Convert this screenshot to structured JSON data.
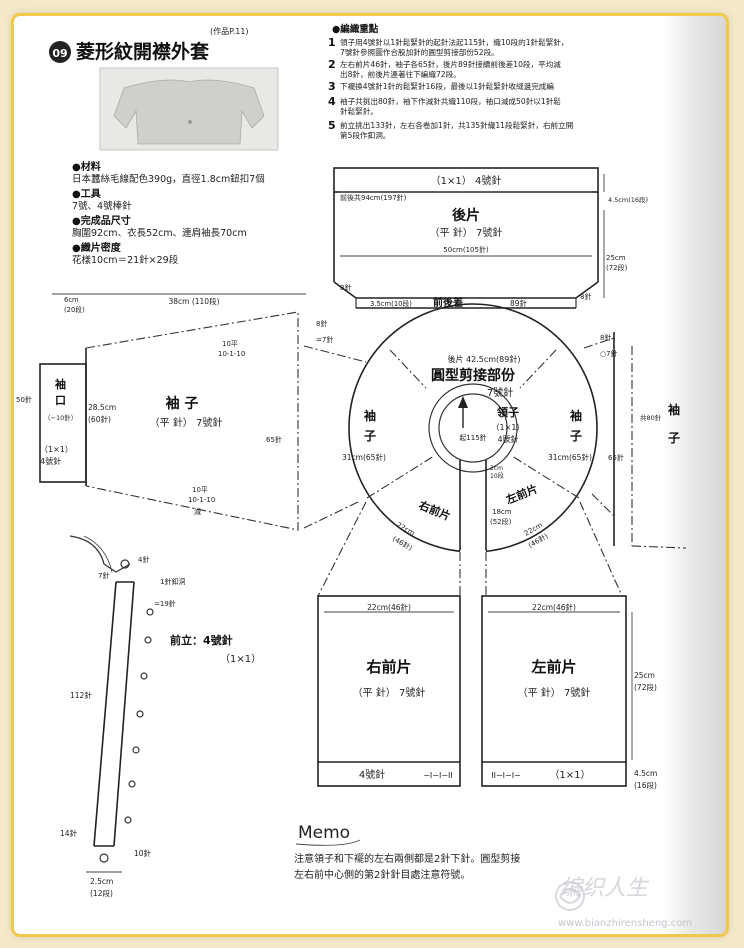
{
  "header": {
    "number": "09",
    "title": "菱形紋開襟外套",
    "tag": "(作品P.11)"
  },
  "materials": {
    "material_heading": "●材料",
    "material_text": "日本蠶絲毛線配色390g，直徑1.8cm鈕扣7個",
    "tools_heading": "●工具",
    "tools_text": "7號、4號棒針",
    "size_heading": "●完成品尺寸",
    "size_text": "胸圍92cm、衣長52cm、連肩袖長70cm",
    "gauge_heading": "●織片密度",
    "gauge_text": "花樣10cm＝21針×29段"
  },
  "instructions": {
    "heading": "●編織重點",
    "steps": [
      {
        "num": "1",
        "line1": "領子用4號針以1針鬆緊針的起針法起115針，織10段的1針鬆緊針，",
        "line2": "7號針參照圖作合股加針的圓型剪接部份52段。"
      },
      {
        "num": "2",
        "line1": "左右前片46針，袖子各65針，後片89針接續前後差10段，平均減",
        "line2": "出8針，前後片連著往下編織72段。"
      },
      {
        "num": "3",
        "line1": "下襬換4號針1針的鬆緊針16段，最後以1針鬆緊針收縫邊完成編",
        "line2": ""
      },
      {
        "num": "4",
        "line1": "袖子共挑出80針，袖下作減針共織110段，袖口減成50針以1針鬆",
        "line2": "針鬆緊針。"
      },
      {
        "num": "5",
        "line1": "前立挑出133針，左右各卷加1針，共135針織11段鬆緊針，右前立開",
        "line2": "第5段作釦洞。"
      }
    ]
  },
  "diagram": {
    "back": {
      "title": "後片",
      "stitch": "（平 針） 7號針",
      "top_band": "（1×1） 4號針",
      "inner_width": "前後共94cm(197針)",
      "bottom_width": "50cm(105針)",
      "band_height": "4.5cm(16段)",
      "height": "25cm",
      "height_rows": "(72段)"
    },
    "front_back_diff": {
      "label": "前後差",
      "left": "3.5cm(10段)",
      "right": "89針",
      "left_stitch": "8針",
      "right_stitch": "8針"
    },
    "yoke": {
      "title": "圓型剪接部份",
      "needle": "7號針",
      "back_arc": "後片 42.5cm(89針)",
      "left_sleeve": "袖",
      "left_sleeve2": "子",
      "right_sleeve": "袖",
      "right_sleeve2": "子",
      "left_sleeve_size": "31cm(65針)",
      "right_sleeve_size": "31cm(65針)",
      "right_front": "右前片",
      "left_front": "左前片",
      "right_front_size": "22cm",
      "right_front_stitch": "(46針)",
      "left_front_size": "22cm",
      "left_front_stitch": "(46針)",
      "collar": "領子",
      "collar_rib": "（1×1）",
      "collar_needle": "4號針",
      "collar_cast_on": "起115針",
      "depth": "18cm",
      "depth_rows": "(52段)",
      "band_size": "2cm",
      "band_rows": "10段"
    },
    "left_sleeve": {
      "title": "袖 子",
      "stitch": "（平 針） 7號針",
      "cuff": "袖",
      "cuff2": "口",
      "cuff_rib": "（1×1）",
      "cuff_needle": "4號針",
      "cuff_stitch": "50針",
      "cuff_dec": "（−10針）",
      "width": "38cm (110段)",
      "cuff_len": "6cm",
      "cuff_rows": "(20段)",
      "depth": "28.5cm",
      "depth_stitch": "(60針)",
      "top_dec": "10平",
      "top_dec2": "10-1-10",
      "bot_dec": "10平",
      "bot_dec2": "10-1-10",
      "bot_dec3": "減",
      "side_stitch": "65針",
      "top_8": "8針",
      "top_7": "=7針"
    },
    "right_sleeve": {
      "title": "袖",
      "title2": "子",
      "stitch_8": "8針",
      "stitch_7": "○7針",
      "stitch_80": "共80針",
      "side_stitch": "65針"
    },
    "right_front": {
      "title": "右前片",
      "stitch": "（平 針） 7號針",
      "width": "22cm(46針)",
      "needle": "4號針",
      "rib_mark": "−I−I−II"
    },
    "left_front": {
      "title": "左前片",
      "stitch": "（平 針） 7號針",
      "width": "22cm(46針)",
      "rib": "（1×1）",
      "rib_mark": "II−I−I−",
      "height": "25cm",
      "height_rows": "(72段)",
      "band": "4.5cm",
      "band_rows": "(16段)"
    },
    "placket": {
      "title": "前立：4號針",
      "rib": "（1×1）",
      "stitches": "112針",
      "top_add": "4針",
      "top_7": "7針",
      "buttonhole": "1針釦洞",
      "mark_19": "=19針",
      "bottom_14": "14針",
      "bottom_10": "10針",
      "width": "2.5cm",
      "width_rows": "(12段)"
    }
  },
  "memo": {
    "heading": "Memo",
    "line1": "注意領子和下襬的左右兩側都是2針下針。圓型剪接",
    "line2": "左右前中心側的第2針針目處注意符號。"
  },
  "watermark": {
    "text": "编织人生",
    "url": "www.bianzhirensheng.com"
  }
}
